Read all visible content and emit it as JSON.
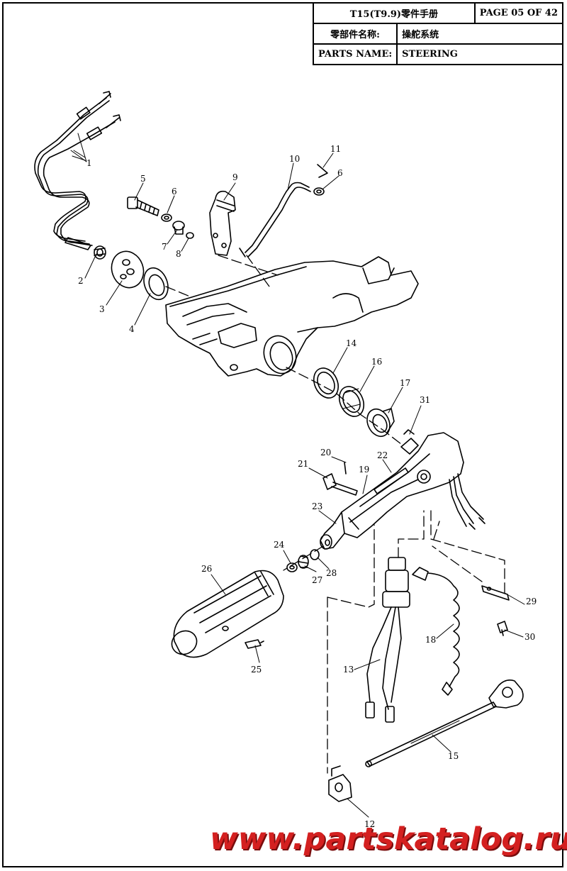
{
  "header": {
    "title": "T15(T9.9)零件手册",
    "page": "PAGE 05 OF 42",
    "name_label_cn": "零部件名称:",
    "name_value_cn": "操舵系统",
    "name_label_en": "PARTS NAME:",
    "name_value_en": "STEERING"
  },
  "callouts": [
    "1",
    "2",
    "3",
    "4",
    "5",
    "6",
    "6",
    "7",
    "8",
    "9",
    "10",
    "11",
    "12",
    "13",
    "14",
    "15",
    "16",
    "17",
    "18",
    "19",
    "20",
    "21",
    "22",
    "23",
    "24",
    "25",
    "26",
    "27",
    "28",
    "29",
    "30",
    "31"
  ],
  "watermark": "www.partskatalog.ru"
}
